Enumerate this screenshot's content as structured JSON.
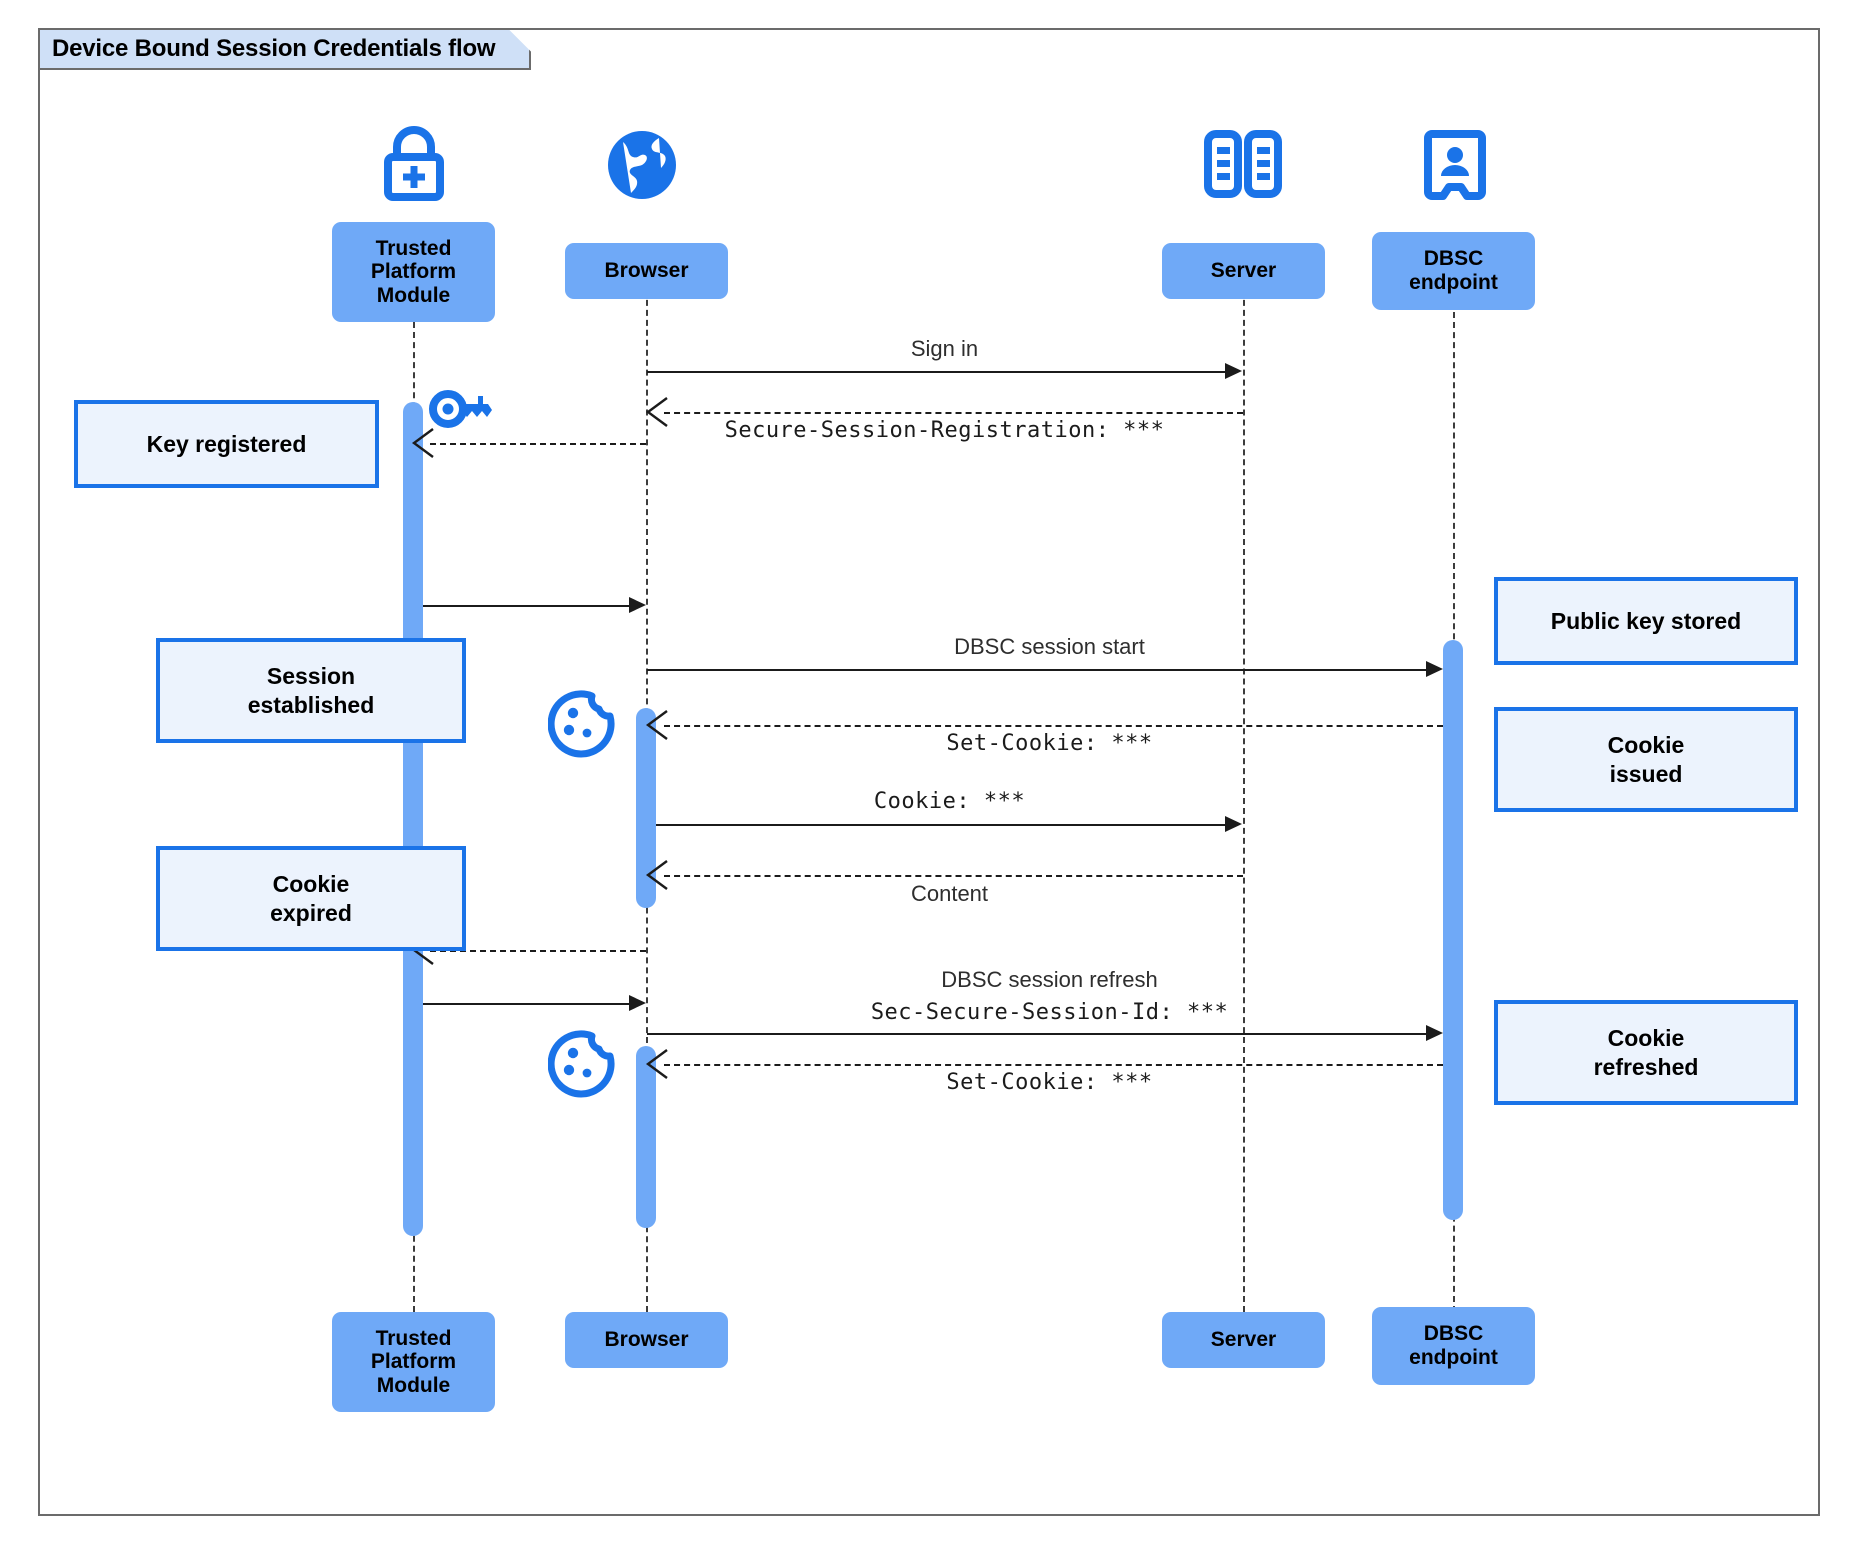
{
  "diagram": {
    "title": "Device Bound Session Credentials flow",
    "type": "sequence-diagram",
    "colors": {
      "participant_fill": "#6fa9f7",
      "note_fill": "#ecf3fd",
      "note_border": "#1a73e8",
      "icon_blue": "#1a73e8",
      "activation_fill": "#6fa9f7",
      "frame_border": "#6b6b6b",
      "title_fill": "#cfe0f7",
      "line": "#1b1b1b"
    }
  },
  "participants": [
    {
      "id": "tpm",
      "label": "Trusted\nPlatform\nModule",
      "icon": "lock-plus-icon"
    },
    {
      "id": "browser",
      "label": "Browser",
      "icon": "globe-icon"
    },
    {
      "id": "server",
      "label": "Server",
      "icon": "server-rack-icon"
    },
    {
      "id": "dbsc",
      "label": "DBSC\nendpoint",
      "icon": "id-badge-icon"
    }
  ],
  "participants_footer": [
    {
      "id": "tpm",
      "label": "Trusted\nPlatform\nModule"
    },
    {
      "id": "browser",
      "label": "Browser"
    },
    {
      "id": "server",
      "label": "Server"
    },
    {
      "id": "dbsc",
      "label": "DBSC\nendpoint"
    }
  ],
  "messages": [
    {
      "id": "m1",
      "label": "Sign in",
      "style": "sans",
      "kind": "solid",
      "from": "browser",
      "to": "server"
    },
    {
      "id": "m2",
      "label": "Secure-Session-Registration: ***",
      "style": "mono",
      "kind": "dashed",
      "from": "server",
      "to": "browser"
    },
    {
      "id": "m3",
      "label": "",
      "style": "sans",
      "kind": "dashed",
      "from": "browser",
      "to": "tpm"
    },
    {
      "id": "m4",
      "label": "",
      "style": "sans",
      "kind": "solid",
      "from": "tpm",
      "to": "browser"
    },
    {
      "id": "m5",
      "label": "DBSC session start",
      "style": "sans",
      "kind": "solid",
      "from": "browser",
      "to": "dbsc"
    },
    {
      "id": "m6",
      "label": "Set-Cookie: ***",
      "style": "mono",
      "kind": "dashed",
      "from": "dbsc",
      "to": "browser"
    },
    {
      "id": "m7",
      "label": "Cookie: ***",
      "style": "mono",
      "kind": "solid",
      "from": "browser",
      "to": "server"
    },
    {
      "id": "m8",
      "label": "Content",
      "style": "sans",
      "kind": "dashed",
      "from": "server",
      "to": "browser"
    },
    {
      "id": "m9",
      "label": "",
      "style": "sans",
      "kind": "dashed",
      "from": "browser",
      "to": "tpm"
    },
    {
      "id": "m10",
      "label_top": "DBSC session refresh",
      "label_bottom": "Sec-Secure-Session-Id: ***",
      "style": "mixed",
      "kind": "solid",
      "from": "browser",
      "to": "dbsc"
    },
    {
      "id": "m11",
      "label": "",
      "style": "sans",
      "kind": "solid",
      "from": "tpm",
      "to": "browser"
    },
    {
      "id": "m12",
      "label": "Set-Cookie: ***",
      "style": "mono",
      "kind": "dashed",
      "from": "dbsc",
      "to": "browser"
    }
  ],
  "notes": [
    {
      "id": "n1",
      "text": "Key registered",
      "side": "left-of-tpm"
    },
    {
      "id": "n2",
      "text": "Session\nestablished",
      "side": "left-of-tpm"
    },
    {
      "id": "n3",
      "text": "Cookie\nexpired",
      "side": "left-of-tpm"
    },
    {
      "id": "n4",
      "text": "Public key stored",
      "side": "right-of-dbsc"
    },
    {
      "id": "n5",
      "text": "Cookie\nissued",
      "side": "right-of-dbsc"
    },
    {
      "id": "n6",
      "text": "Cookie\nrefreshed",
      "side": "right-of-dbsc"
    }
  ],
  "inline_icons": [
    {
      "id": "key1",
      "name": "key-icon",
      "near": "tpm-lifeline"
    },
    {
      "id": "cookie1",
      "name": "cookie-icon",
      "near": "browser-lifeline"
    },
    {
      "id": "cookie2",
      "name": "cookie-icon",
      "near": "browser-lifeline"
    }
  ]
}
